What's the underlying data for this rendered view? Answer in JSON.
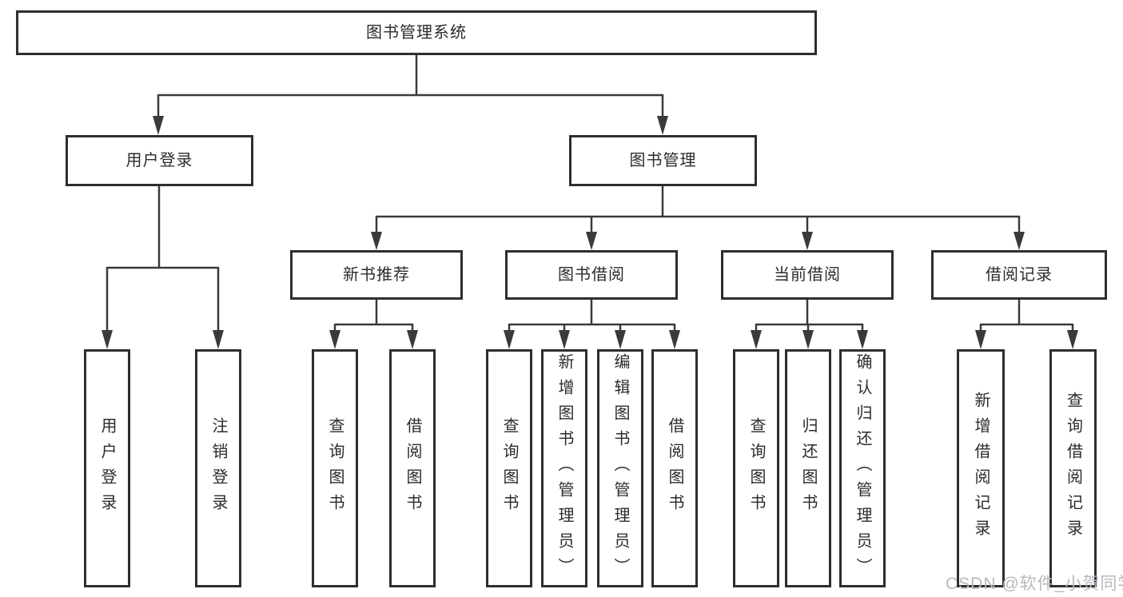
{
  "tree": {
    "root": {
      "label": "图书管理系统",
      "children": [
        {
          "label": "用户登录",
          "children": [
            {
              "label": "用户登录"
            },
            {
              "label": "注销登录"
            }
          ]
        },
        {
          "label": "图书管理",
          "children": [
            {
              "label": "新书推荐",
              "children": [
                {
                  "label": "查询图书"
                },
                {
                  "label": "借阅图书"
                }
              ]
            },
            {
              "label": "图书借阅",
              "children": [
                {
                  "label": "查询图书"
                },
                {
                  "label": "新增图书（管理员）"
                },
                {
                  "label": "编辑图书（管理员）"
                },
                {
                  "label": "借阅图书"
                }
              ]
            },
            {
              "label": "当前借阅",
              "children": [
                {
                  "label": "查询图书"
                },
                {
                  "label": "归还图书"
                },
                {
                  "label": "确认归还（管理员）"
                }
              ]
            },
            {
              "label": "借阅记录",
              "children": [
                {
                  "label": "新增借阅记录"
                },
                {
                  "label": "查询借阅记录"
                }
              ]
            }
          ]
        }
      ]
    }
  },
  "watermark": "CSDN @软件_小贺同学",
  "colors": {
    "line": "#3a3a3a",
    "box_border": "#2e2e2e",
    "box_fill": "#ffffff",
    "text": "#2b2b2b",
    "watermark": "#b6babf",
    "background": "#ffffff"
  }
}
